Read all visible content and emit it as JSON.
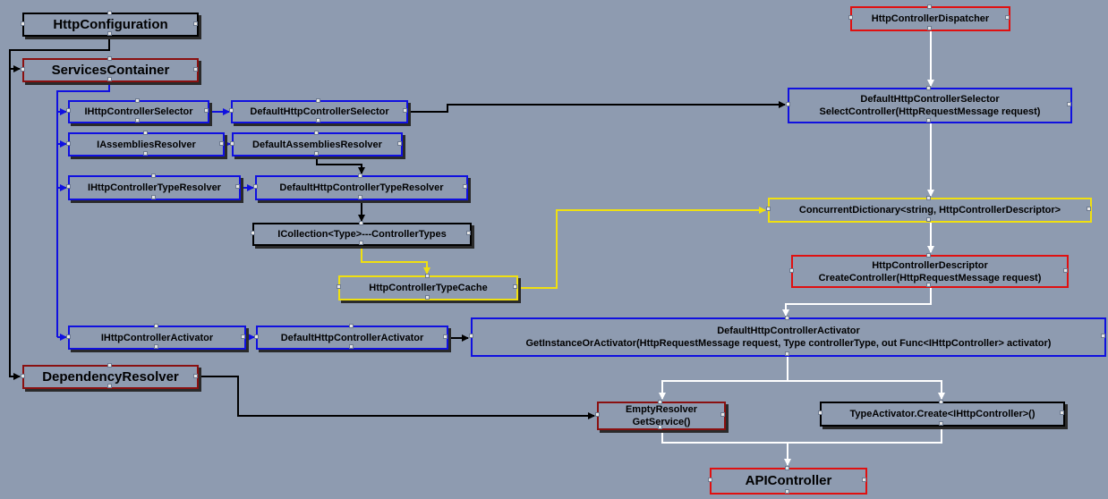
{
  "nodes": {
    "http_configuration": "HttpConfiguration",
    "services_container": "ServicesContainer",
    "dependency_resolver": "DependencyResolver",
    "ihttp_controller_selector": "IHttpControllerSelector",
    "default_http_controller_selector": "DefaultHttpControllerSelector",
    "iassemblies_resolver": "IAssembliesResolver",
    "default_assemblies_resolver": "DefaultAssembliesResolver",
    "ihttp_controller_type_resolver": "IHttpControllerTypeResolver",
    "default_http_controller_type_resolver": "DefaultHttpControllerTypeResolver",
    "icollection_controller_types": "ICollection<Type>---ControllerTypes",
    "http_controller_type_cache": "HttpControllerTypeCache",
    "ihttp_controller_activator": "IHttpControllerActivator",
    "default_http_controller_activator": "DefaultHttpControllerActivator",
    "http_controller_dispatcher": "HttpControllerDispatcher",
    "selector_method": {
      "line1": "DefaultHttpControllerSelector",
      "line2": "SelectController(HttpRequestMessage request)"
    },
    "concurrent_dictionary": "ConcurrentDictionary<string, HttpControllerDescriptor>",
    "controller_descriptor": {
      "line1": "HttpControllerDescriptor",
      "line2": "CreateController(HttpRequestMessage request)"
    },
    "activator_method": {
      "line1": "DefaultHttpControllerActivator",
      "line2": "GetInstanceOrActivator(HttpRequestMessage request, Type controllerType, out Func<IHttpController> activator)"
    },
    "empty_resolver": {
      "line1": "EmptyResolver",
      "line2": "GetService()"
    },
    "type_activator": "TypeActivator.Create<IHttpController>()",
    "api_controller": "APIController"
  },
  "colors": {
    "background": "#8e9bb0",
    "black": "#000000",
    "red": "#e01010",
    "dark_red": "#8a1010",
    "blue": "#1010e0",
    "yellow": "#f0e010",
    "white": "#ffffff"
  }
}
